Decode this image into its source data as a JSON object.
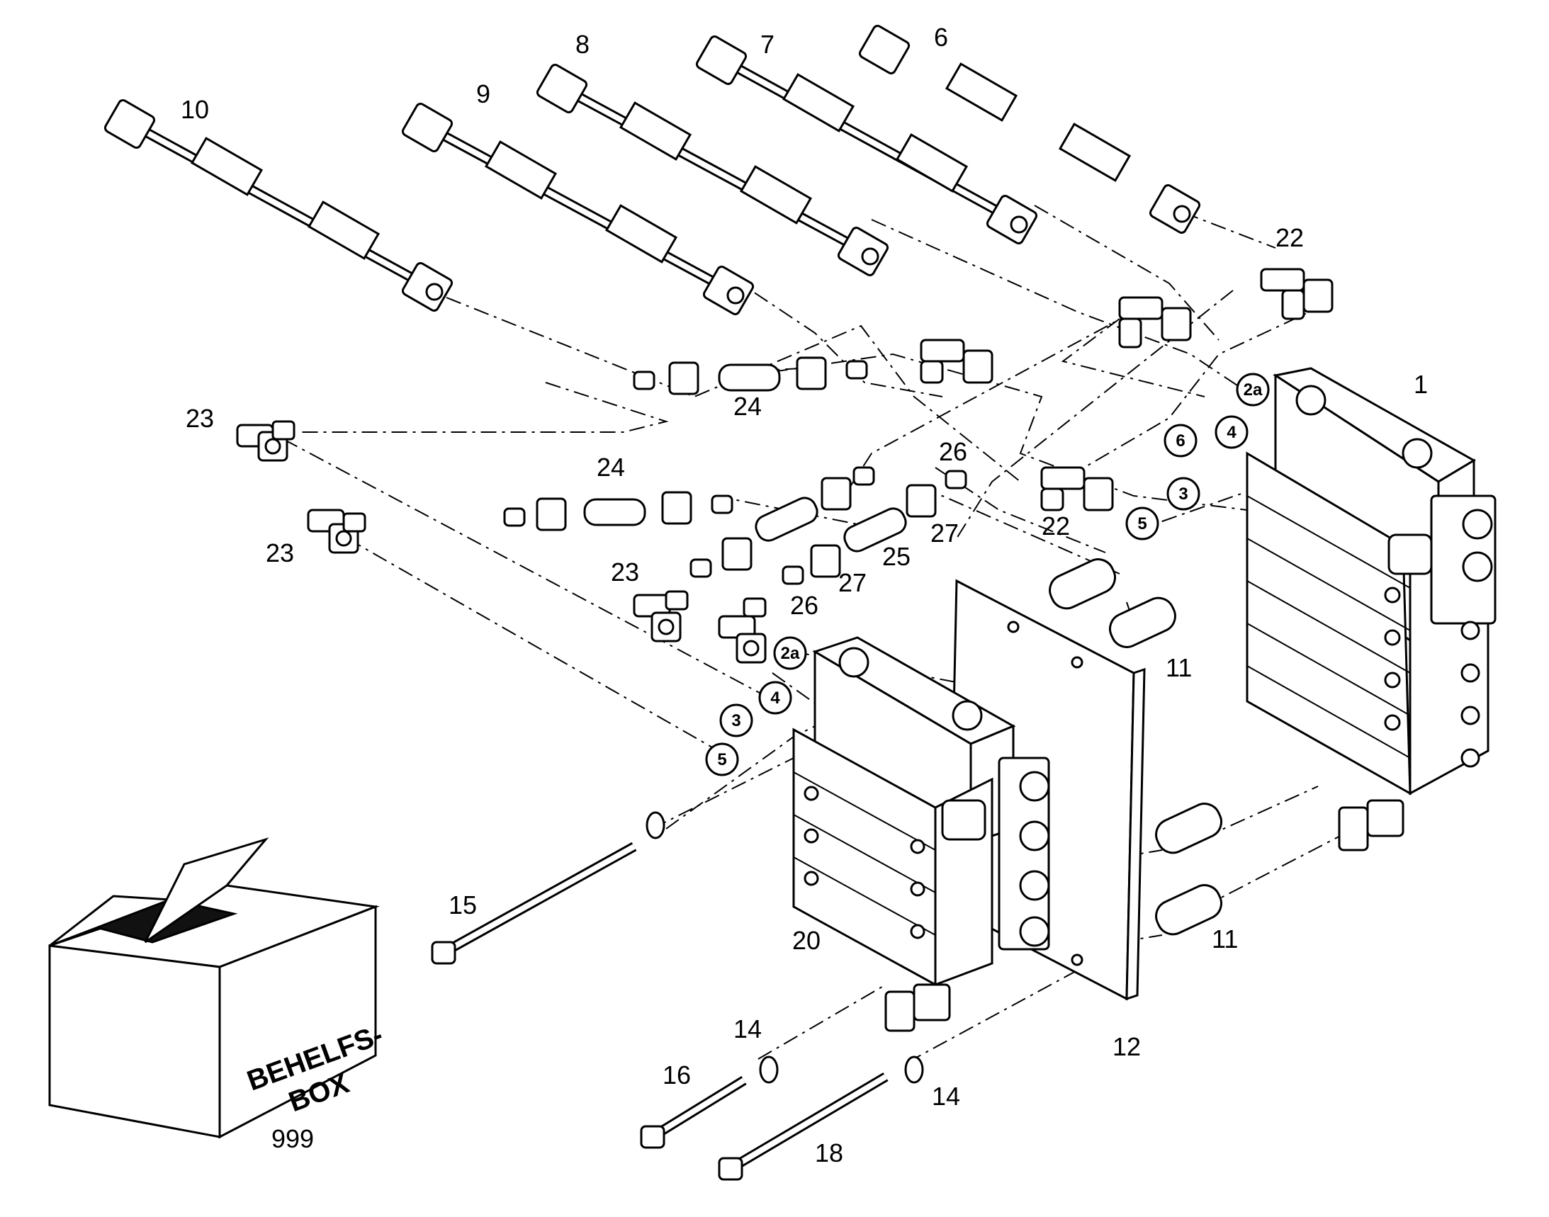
{
  "labels": {
    "l1": "1",
    "l6": "6",
    "l7": "7",
    "l8": "8",
    "l9": "9",
    "l10": "10",
    "l11a": "11",
    "l11b": "11",
    "l12": "12",
    "l14a": "14",
    "l14b": "14",
    "l15": "15",
    "l16": "16",
    "l18": "18",
    "l20": "20",
    "l22a": "22",
    "l22b": "22",
    "l23a": "23",
    "l23b": "23",
    "l23c": "23",
    "l24a": "24",
    "l24b": "24",
    "l25": "25",
    "l26a": "26",
    "l26b": "26",
    "l27a": "27",
    "l27b": "27",
    "l999": "999"
  },
  "circled": {
    "c2a_top": "2a",
    "c4_top": "4",
    "c6_top": "6",
    "c3_top": "3",
    "c5_top": "5",
    "c2a_bot": "2a",
    "c4_bot": "4",
    "c3_bot": "3",
    "c5_bot": "5"
  },
  "box": {
    "line1": "BEHELFS-",
    "line2": "BOX"
  }
}
